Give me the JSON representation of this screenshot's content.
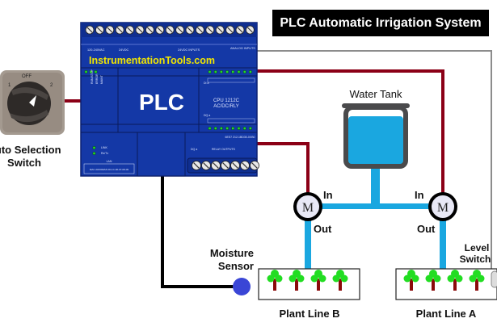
{
  "title": "PLC Automatic Irrigation System",
  "plc": {
    "label": "PLC",
    "brand_text": "InstrumentationTools.com",
    "model_line1": "CPU 1212C",
    "model_line2": "AC/DC/RLY",
    "power_label": "120-240VAC",
    "dc_label": "24VDC",
    "inputs_label": "24VDC INPUTS",
    "analog_label": "ANALOG INPUTS",
    "di_label": "DI a",
    "dq_label": "DQ a",
    "relay_label": "RELAY OUTPUTS",
    "part_number": "6ES7 212-1BD30-0XB0",
    "link_led": "LINK",
    "rxtx_led": "Rx/Tx",
    "lan_label": "LAN",
    "mac_text": "MAC ADDRESS 00-1C-06-07-08-09",
    "status_labels": [
      "RUN/STOP",
      "ERROR",
      "MAINT"
    ],
    "di_numbers": [
      "0",
      "1",
      "2",
      "3",
      "4",
      "5",
      "6",
      "7"
    ],
    "dq_numbers": [
      "0",
      "1",
      "2",
      "3",
      "4",
      "5"
    ],
    "colors": {
      "body": "#1438a6",
      "led": "#22dd22",
      "brand_text": "#f2e600"
    }
  },
  "selector_switch": {
    "label_line1": "Auto Selection",
    "label_line2": "Switch",
    "positions": [
      "OFF",
      "1",
      "2"
    ]
  },
  "water_tank": {
    "label": "Water Tank",
    "fill_level": 0.88
  },
  "motors": [
    {
      "id": "B",
      "symbol": "M",
      "in_label": "In",
      "out_label": "Out"
    },
    {
      "id": "A",
      "symbol": "M",
      "in_label": "In",
      "out_label": "Out"
    }
  ],
  "moisture_sensor": {
    "label_line1": "Moisture",
    "label_line2": "Sensor"
  },
  "level_switch": {
    "label_line1": "Level",
    "label_line2": "Switch"
  },
  "plant_lines": [
    {
      "label": "Plant Line B",
      "plant_count": 4
    },
    {
      "label": "Plant Line A",
      "plant_count": 4
    }
  ],
  "colors": {
    "signal_wire": "#8b0016",
    "water_pipe": "#1aa7e0",
    "sensor_wire": "#000000",
    "level_wire": "#8c8c8c",
    "sensor": "#3a46d6",
    "plant_leaf": "#22dd22",
    "plant_trunk": "#8b0a0a",
    "tank_frame": "#4a4a4c"
  }
}
